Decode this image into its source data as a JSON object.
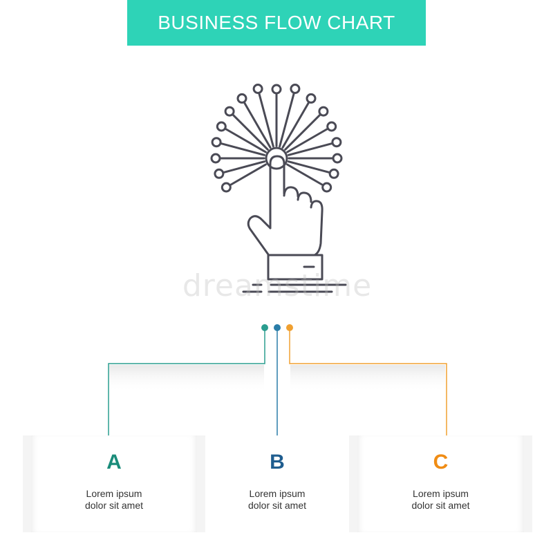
{
  "header": {
    "title": "BUSINESS FLOW CHART"
  },
  "watermark": {
    "text": "dreamstime"
  },
  "illustration": {
    "icon": "hand-touch-network-icon"
  },
  "colors": {
    "accent": "#2ed3b7",
    "option_a": "#1a8c7a",
    "option_b": "#1f5d8f",
    "option_c": "#f08c14",
    "connector_a": "#2a9d8f",
    "connector_b": "#2a7da8",
    "connector_c": "#f0a030",
    "icon_stroke": "#4a4a55"
  },
  "options": [
    {
      "letter": "A",
      "line1": "Lorem ipsum",
      "line2": "dolor sit amet"
    },
    {
      "letter": "B",
      "line1": "Lorem ipsum",
      "line2": "dolor sit amet"
    },
    {
      "letter": "C",
      "line1": "Lorem ipsum",
      "line2": "dolor sit amet"
    }
  ]
}
